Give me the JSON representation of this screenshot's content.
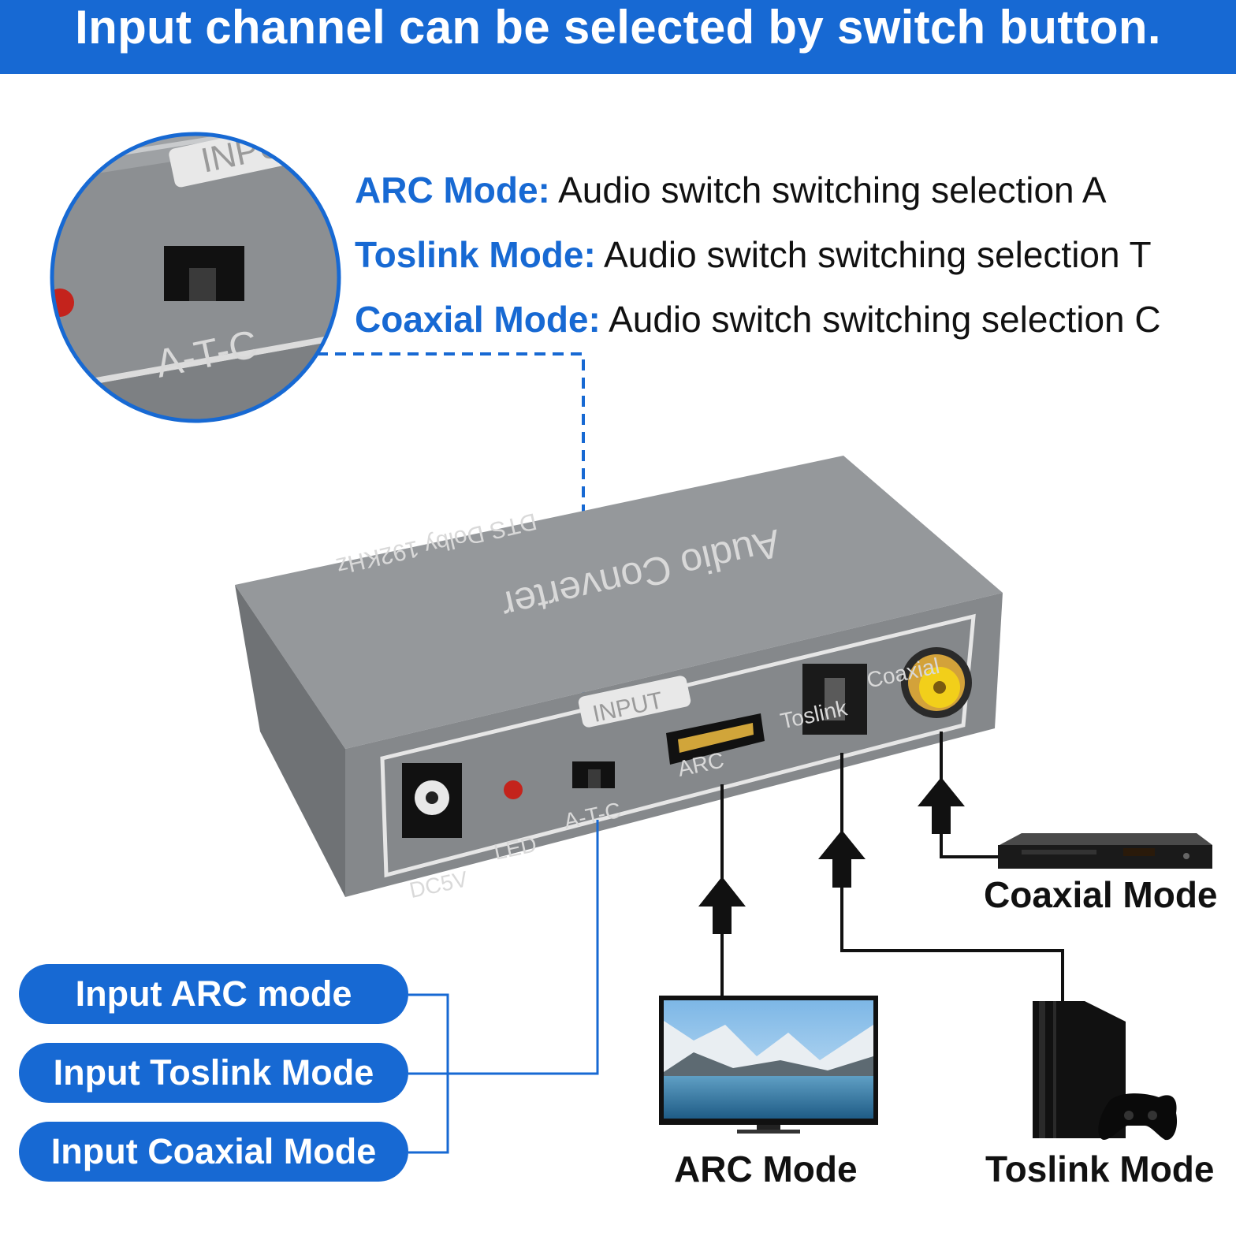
{
  "banner": {
    "title": "Input channel can be selected by switch button."
  },
  "modes": [
    {
      "key": "ARC Mode:",
      "desc": " Audio switch switching selection A"
    },
    {
      "key": "Toslink Mode:",
      "desc": " Audio switch switching selection T"
    },
    {
      "key": "Coaxial Mode:",
      "desc": " Audio switch switching selection C"
    }
  ],
  "device": {
    "title": "Audio Converter",
    "subtitle": "DTS Dolby 192KHz",
    "panel_label": "INPUT",
    "ports": {
      "dc": "DC5V",
      "led": "LED",
      "switch": "A-T-C",
      "arc": "ARC",
      "toslink": "Toslink",
      "coaxial": "Coaxial"
    }
  },
  "zoom": {
    "switch_label": "A-T-C",
    "panel_label": "INPUT"
  },
  "pills": [
    "Input ARC mode",
    "Input Toslink Mode",
    "Input Coaxial Mode"
  ],
  "sources": {
    "coaxial": "Coaxial Mode",
    "arc": "ARC Mode",
    "toslink": "Toslink Mode"
  },
  "colors": {
    "accent": "#1769d3",
    "device_body": "#85888b",
    "device_top": "#95989b"
  }
}
